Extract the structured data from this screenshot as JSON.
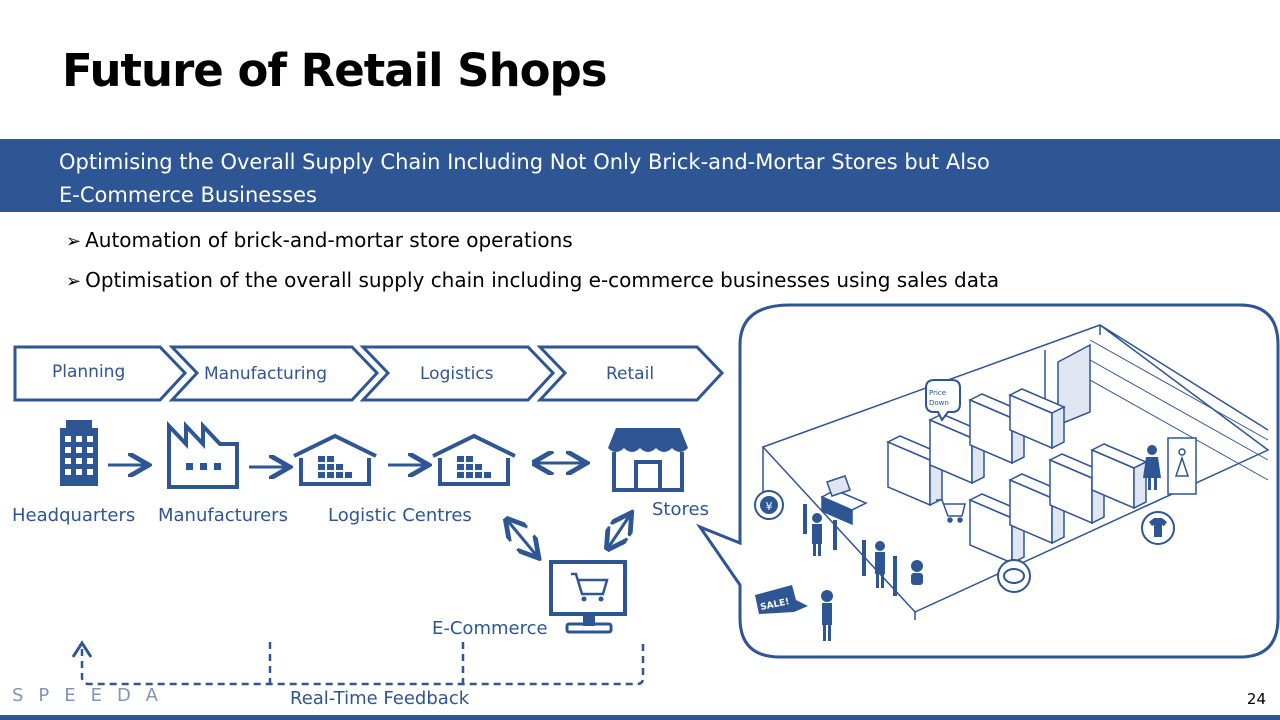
{
  "title": "Future of Retail Shops",
  "banner": {
    "line1": "Optimising the Overall Supply Chain Including Not Only Brick-and-Mortar Stores but Also",
    "line2": "E-Commerce  Businesses"
  },
  "bullets": [
    "Automation of brick-and-mortar store operations",
    "Optimisation of the overall supply chain including e-commerce businesses using sales data"
  ],
  "stages": [
    "Planning",
    "Manufacturing",
    "Logistics",
    "Retail"
  ],
  "nodes": {
    "headquarters": "Headquarters",
    "manufacturers": "Manufacturers",
    "logistic_centres": "Logistic Centres",
    "stores": "Stores",
    "ecommerce": "E-Commerce"
  },
  "feedback": "Real-Time Feedback",
  "store_scene": {
    "price_tag": [
      "Price",
      "Down"
    ],
    "sale_tag": "SALE!"
  },
  "logo": "SPEEDA",
  "page_number": "24",
  "colors": {
    "accent": "#2e5594",
    "text": "#000000"
  }
}
